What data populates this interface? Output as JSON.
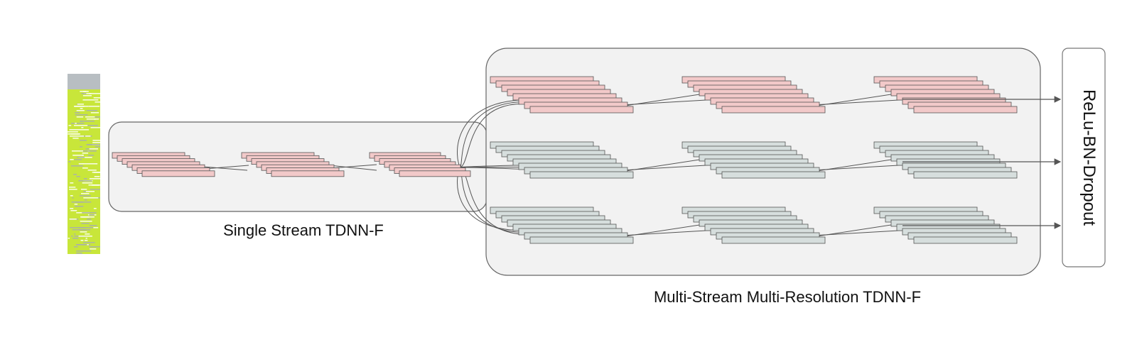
{
  "labels": {
    "single_stream": "Single Stream TDNN-F",
    "multi_stream": "Multi-Stream Multi-Resolution TDNN-F",
    "output_block": "ReLu-BN-Dropout"
  },
  "colors": {
    "panel_fill": "#f2f2f2",
    "panel_stroke": "#666666",
    "pink_layer": "#f2c9c9",
    "gray_layer": "#d6dedd",
    "layer_stroke": "#555555",
    "spectrogram_green": "#c8e63a",
    "spectrogram_gray": "#b8bec2",
    "connector": "#555555"
  },
  "structure": {
    "single_stream_layers": 3,
    "multi_streams": 3,
    "layers_per_stream": 3
  }
}
